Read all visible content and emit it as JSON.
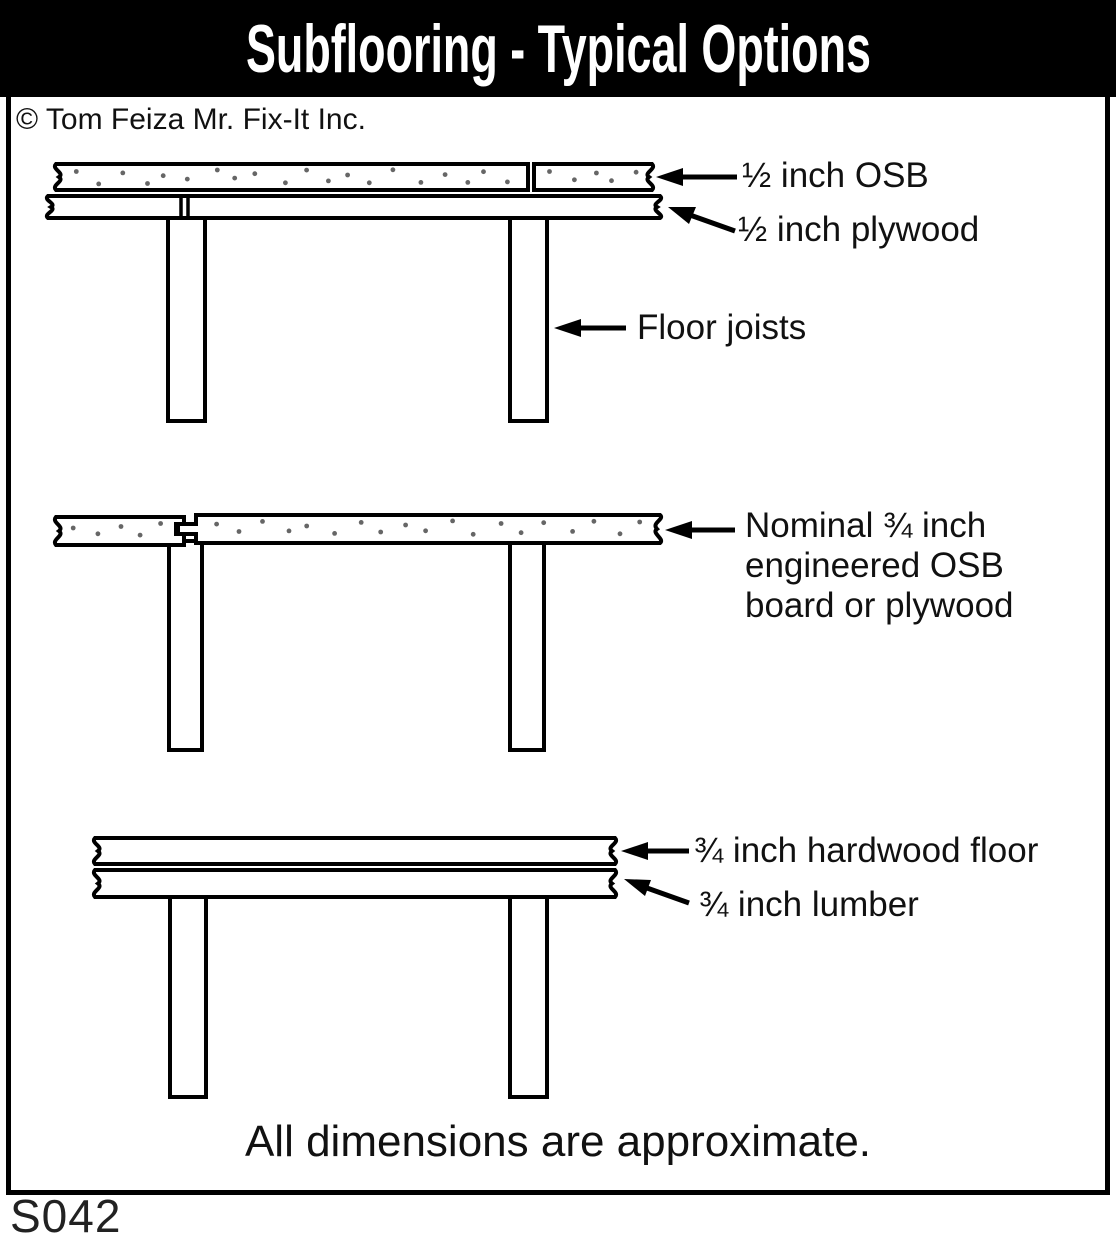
{
  "title": "Subflooring - Typical Options",
  "copyright": "© Tom Feiza Mr. Fix-It Inc.",
  "footer_note": "All dimensions are approximate.",
  "doc_code": "S042",
  "colors": {
    "ink": "#000000",
    "paper": "#ffffff",
    "title_bg": "#000000",
    "title_fg": "#ffffff",
    "osb_dots": "#666666"
  },
  "diagrams": [
    {
      "name": "osb-over-plywood-on-joists",
      "labels": [
        "½ inch OSB",
        "½ inch plywood",
        "Floor joists"
      ]
    },
    {
      "name": "engineered-panel-on-joists",
      "labels": [
        "Nominal ¾ inch engineered OSB board or plywood"
      ]
    },
    {
      "name": "hardwood-over-lumber-on-joists",
      "labels": [
        "¾ inch hardwood floor",
        "¾ inch lumber"
      ]
    }
  ]
}
